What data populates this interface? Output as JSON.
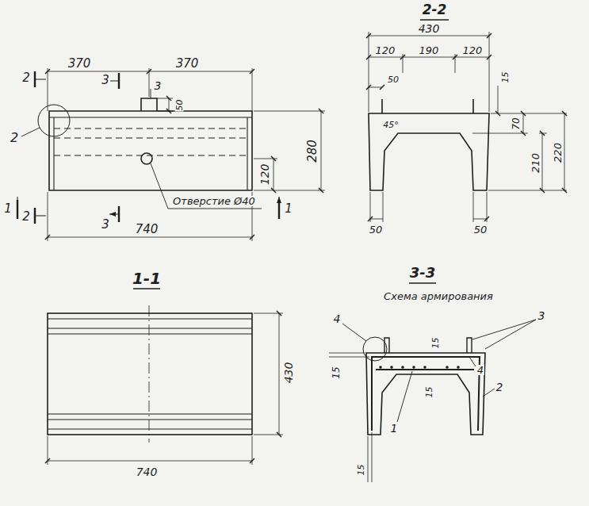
{
  "diagram": {
    "labels": [
      "370",
      "370",
      "2",
      "3",
      "3",
      "50",
      "2",
      "280",
      "120",
      "Отверстие Ø40",
      "1",
      "2",
      "3",
      "740",
      "1",
      "2-2",
      "430",
      "120",
      "190",
      "120",
      "50",
      "15",
      "70",
      "45°",
      "210",
      "220",
      "50",
      "50",
      "1-1",
      "430",
      "740",
      "3-3",
      "Схема армирования",
      "4",
      "3",
      "15",
      "15",
      "4",
      "15",
      "2",
      "1",
      "15"
    ]
  }
}
